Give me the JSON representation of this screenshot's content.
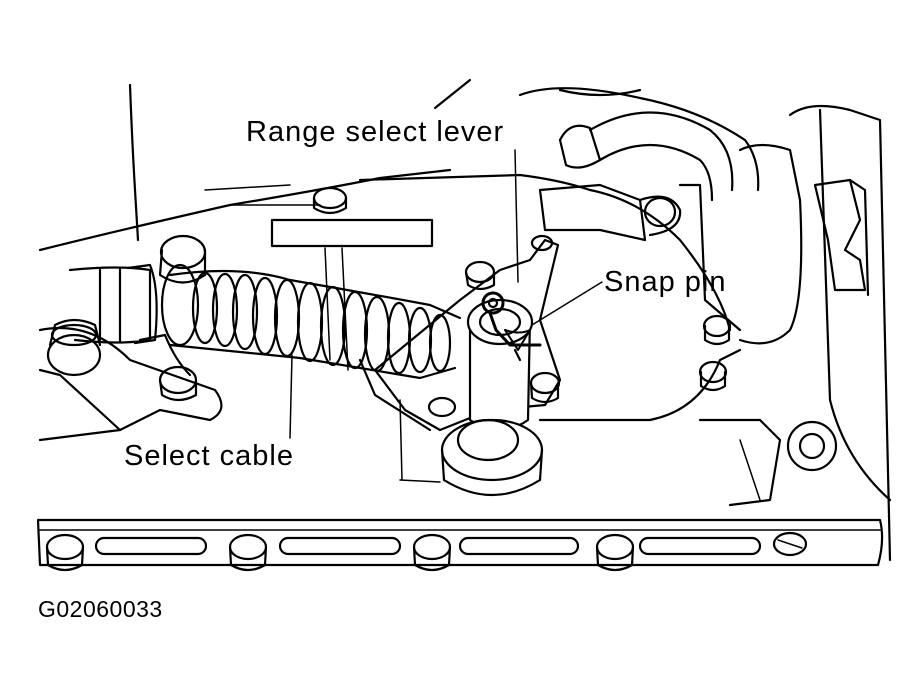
{
  "labels": {
    "range_select_lever": "Range select lever",
    "snap_pin": "Snap pin",
    "select_cable": "Select cable"
  },
  "figure_id": "G02060033",
  "colors": {
    "ink": "#000000",
    "paper": "#ffffff"
  }
}
